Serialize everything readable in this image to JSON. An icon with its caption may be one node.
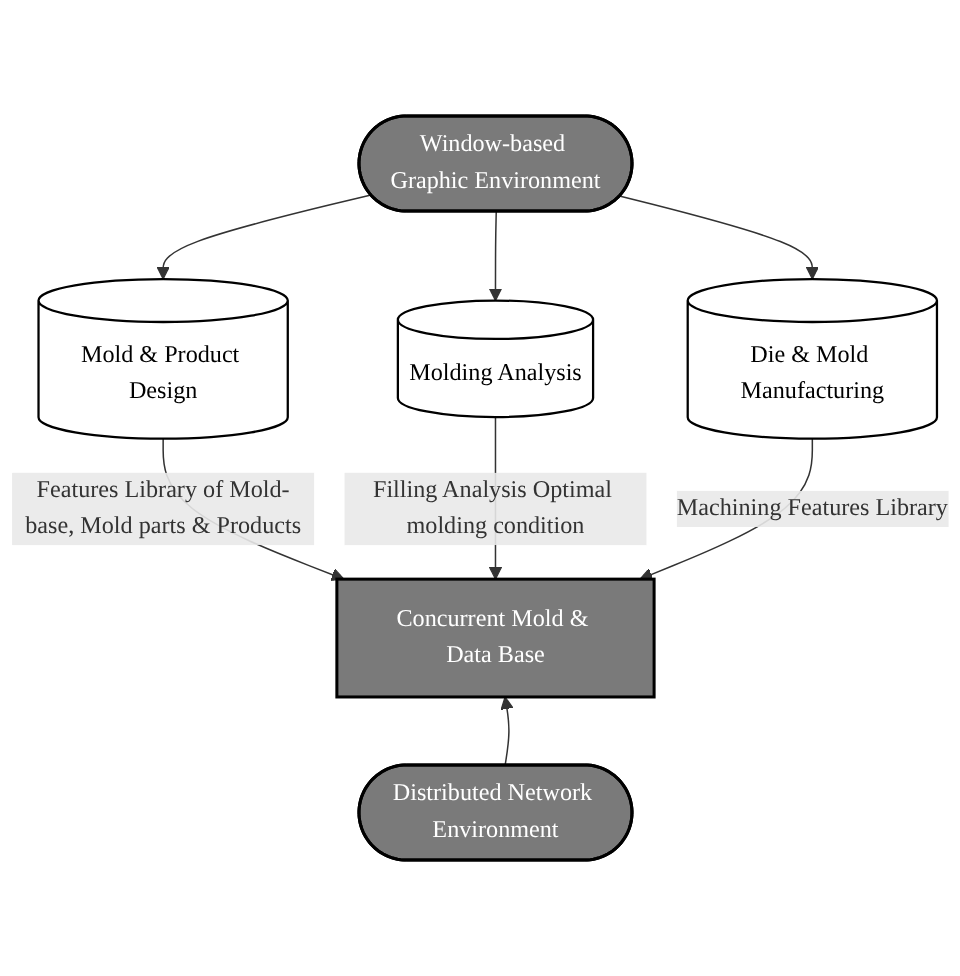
{
  "diagram": {
    "nodes": [
      {
        "text": [
          "Window-based Graphic Environment"
        ]
      },
      {
        "text": [
          "Mold & Product Design"
        ]
      },
      {
        "text": [
          "Molding Analysis"
        ]
      },
      {
        "text": [
          "Die & Mold Manufacturing"
        ]
      },
      {
        "text": [
          "Concurrent Mold & Data Base"
        ]
      },
      {
        "text": [
          "Distributed Network Environment"
        ]
      }
    ],
    "edges": [
      {
        "from": 0,
        "to": 1,
        "arrow": "to"
      },
      {
        "from": 0,
        "to": 2,
        "arrow": "to"
      },
      {
        "from": 0,
        "to": 3,
        "arrow": "to"
      },
      {
        "from": 1,
        "to": 4,
        "arrow": "to",
        "label": "Features Library of Mold-base, Mold parts & Products"
      },
      {
        "from": 2,
        "to": 4,
        "arrow": "to",
        "label": "Filling Analysis Optimal molding condition"
      },
      {
        "from": 3,
        "to": 4,
        "arrow": "to",
        "label": "Machining Features Library"
      },
      {
        "from": 5,
        "to": 4,
        "arrow": "to"
      }
    ]
  }
}
